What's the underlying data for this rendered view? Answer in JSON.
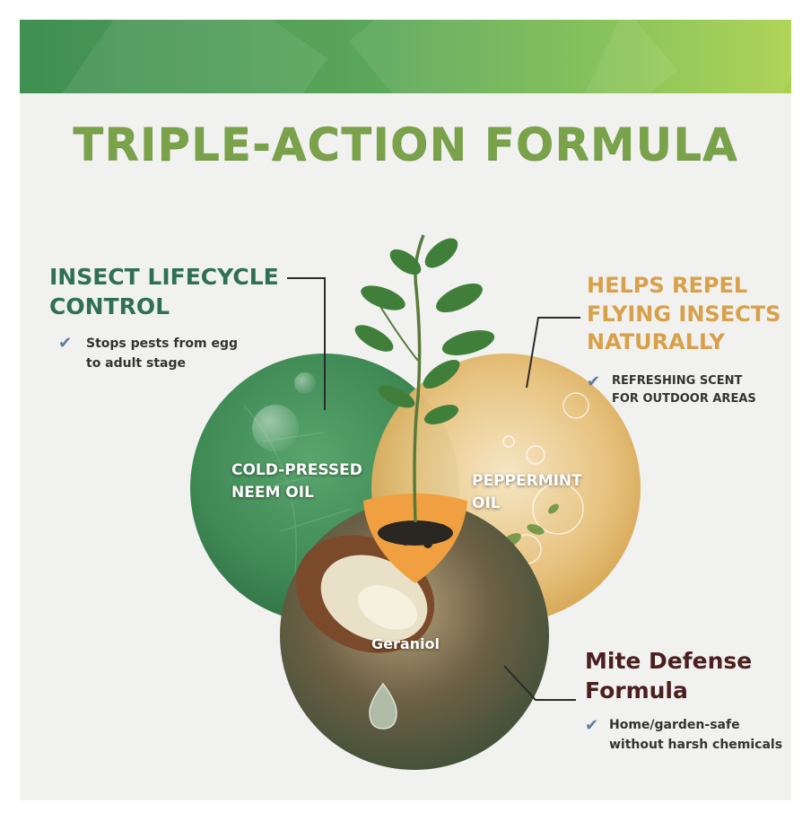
{
  "title": "TRIPLE-ACTION FORMULA",
  "benefits": {
    "lifecycle": {
      "heading_line1": "INSECT LIFECYCLE",
      "heading_line2": "CONTROL",
      "check": "✔",
      "desc_line1": "Stops pests from egg",
      "desc_line2": "to adult stage"
    },
    "repel": {
      "heading_line1": "HELPS REPEL",
      "heading_line2": "FLYING INSECTS",
      "heading_line3": "NATURALLY",
      "check": "✔",
      "desc_line1": "REFRESHING SCENT",
      "desc_line2": "FOR OUTDOOR AREAS"
    },
    "mite": {
      "heading_line1": "Mite Defense",
      "heading_line2": "Formula",
      "check": "✔",
      "desc_line1": "Home/garden-safe",
      "desc_line2": "without harsh chemicals"
    }
  },
  "ingredients": {
    "neem": {
      "line1": "COLD-PRESSED",
      "line2": "NEEM OIL",
      "color": "#3f8a55"
    },
    "peppermint": {
      "line1": "PEPPERMINT",
      "line2": "OIL",
      "color": "#dcae58"
    },
    "geraniol": {
      "label": "Geraniol",
      "color": "#6b5a40"
    }
  },
  "colors": {
    "heading_green": "#2f6f55",
    "heading_orange": "#d9a04a",
    "heading_maroon": "#4a1f1f",
    "center_orange": "#f0a040",
    "title_green": "#7aa24a"
  },
  "icons": [
    "checkmark-icon",
    "sprout-icon",
    "oil-drop-icon",
    "soil-icon"
  ]
}
